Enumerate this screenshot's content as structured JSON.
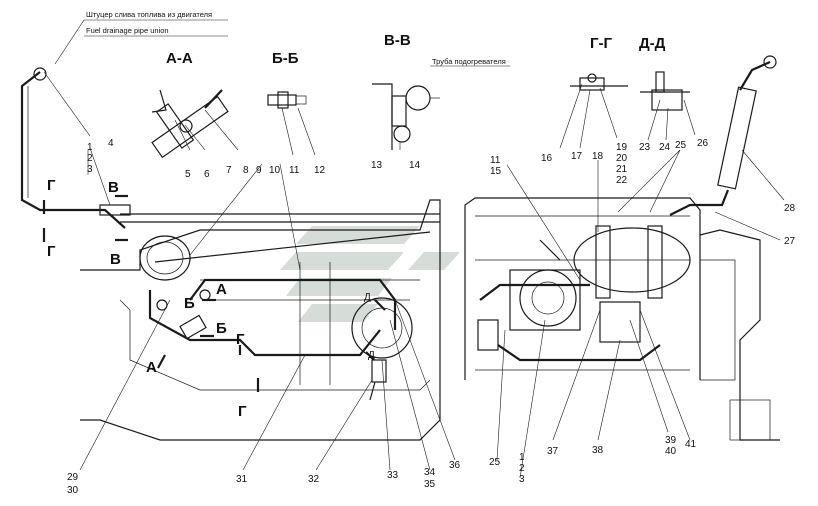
{
  "annotations": {
    "drain_ru": "Штуцер слива топлива из двигателя",
    "drain_en": "Fuel drainage pipe union",
    "heater_pipe": "Труба подогревателя"
  },
  "sections": {
    "aa": "А-А",
    "bb": "Б-Б",
    "vv": "В-В",
    "gg": "Г-Г",
    "dd": "Д-Д"
  },
  "section_markers": {
    "a": "А",
    "b": "Б",
    "v": "В",
    "g": "Г",
    "d": "Д"
  },
  "callouts": {
    "c1": "1",
    "c2": "2",
    "c3": "3",
    "c4": "4",
    "c5": "5",
    "c6": "6",
    "c7": "7",
    "c8": "8",
    "c9": "9",
    "c10": "10",
    "c11": "11",
    "c12": "12",
    "c13": "13",
    "c14": "14",
    "c15": "15",
    "c16": "16",
    "c17": "17",
    "c18": "18",
    "c19": "19",
    "c20": "20",
    "c21": "21",
    "c22": "22",
    "c23": "23",
    "c24": "24",
    "c25": "25",
    "c26": "26",
    "c27": "27",
    "c28": "28",
    "c29": "29",
    "c30": "30",
    "c31": "31",
    "c32": "32",
    "c33": "33",
    "c34": "34",
    "c35": "35",
    "c36": "36",
    "c37": "37",
    "c38": "38",
    "c39": "39",
    "c40": "40",
    "c41": "41"
  },
  "colors": {
    "line": "#1a1a1a",
    "watermark": "#c9d1cc"
  }
}
